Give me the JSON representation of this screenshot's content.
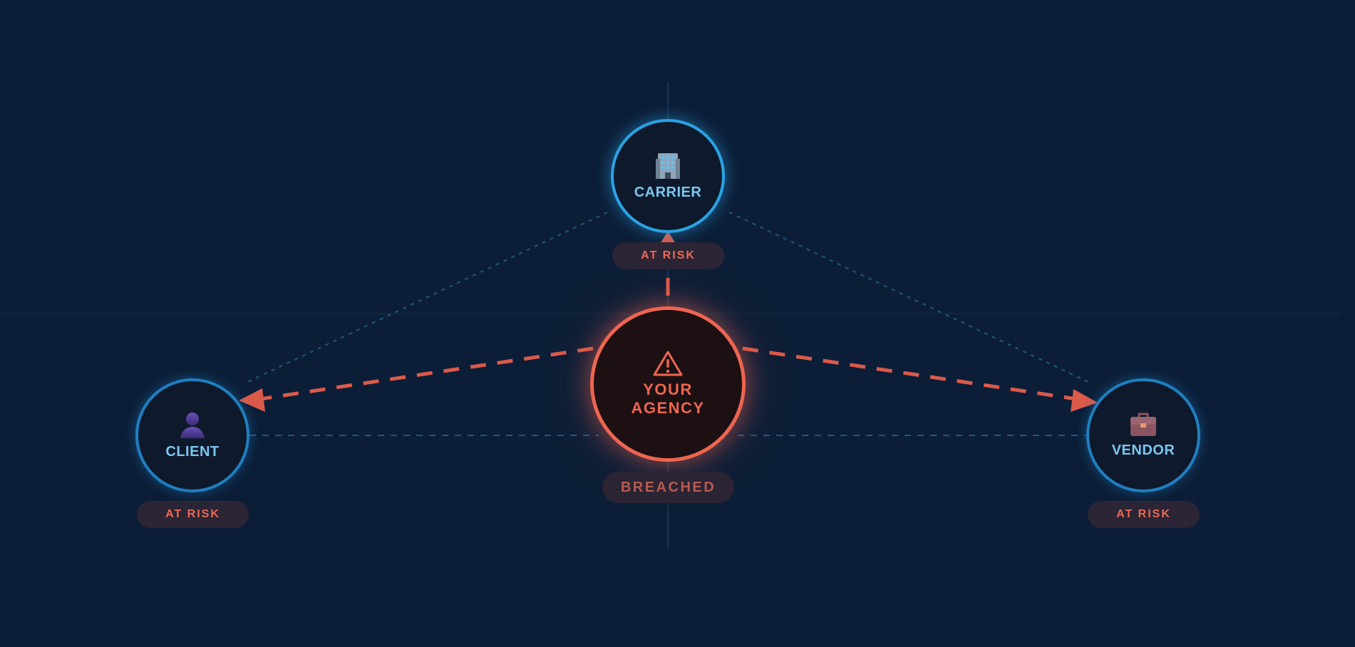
{
  "nodes": {
    "carrier": {
      "label": "CARRIER",
      "icon": "office-building-icon",
      "status": "AT RISK"
    },
    "client": {
      "label": "CLIENT",
      "icon": "person-icon",
      "status": "AT RISK"
    },
    "vendor": {
      "label": "VENDOR",
      "icon": "briefcase-icon",
      "status": "AT RISK"
    },
    "agency": {
      "label_line1": "YOUR",
      "label_line2": "AGENCY",
      "icon": "warning-icon",
      "status": "BREACHED"
    }
  },
  "colors": {
    "background": "#0c1e37",
    "node_ring": "#1f7fc0",
    "node_label": "#7cc6ef",
    "breach": "#ee6550",
    "at_risk_text": "#ec6a54",
    "pill_bg": "#2b2535"
  }
}
